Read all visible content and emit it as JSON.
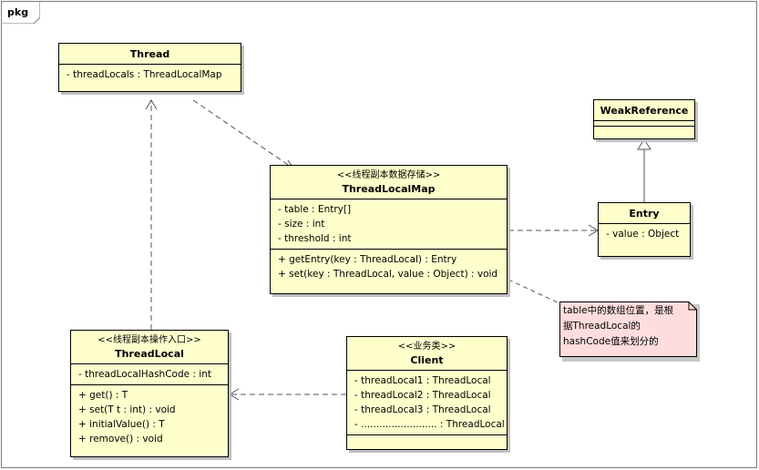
{
  "frame": {
    "label": "pkg"
  },
  "classes": {
    "thread": {
      "name": "Thread",
      "attributes": [
        "- threadLocals : ThreadLocalMap"
      ]
    },
    "thread_local_map": {
      "stereotype": "<<线程副本数据存储>>",
      "name": "ThreadLocalMap",
      "attributes": [
        "- table : Entry[]",
        "- size : int",
        "- threshold : int"
      ],
      "operations": [
        "+ getEntry(key : ThreadLocal) : Entry",
        "+ set(key : ThreadLocal, value : Object) : void"
      ]
    },
    "weak_reference": {
      "name": "WeakReference"
    },
    "entry": {
      "name": "Entry",
      "attributes": [
        "- value : Object"
      ]
    },
    "thread_local": {
      "stereotype": "<<线程副本操作入口>>",
      "name": "ThreadLocal",
      "attributes": [
        "- threadLocalHashCode : int"
      ],
      "operations": [
        "+ get() : T",
        "+ set(T t : int) : void",
        "+ initialValue() : T",
        "+ remove() : void"
      ]
    },
    "client": {
      "stereotype": "<<业务类>>",
      "name": "Client",
      "attributes": [
        "- threadLocal1 : ThreadLocal",
        "- threadLocal2 : ThreadLocal",
        "- threadLocal3 : ThreadLocal",
        "- ......................... : ThreadLocal"
      ]
    }
  },
  "note": {
    "text": "table中的数组位置，是根\n据ThreadLocal的\nhashCode值来划分的",
    "fill": "#ffdddd"
  },
  "colors": {
    "class_fill": "#ffffcc",
    "note_fill": "#ffdddd",
    "line": "#555555"
  }
}
